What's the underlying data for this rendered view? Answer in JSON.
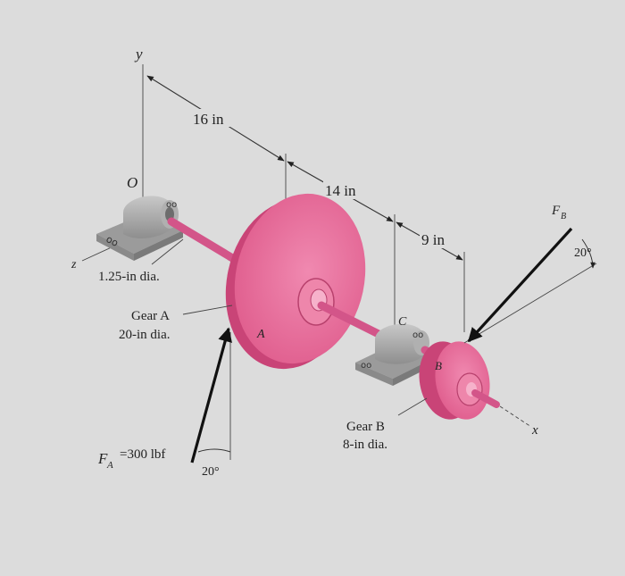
{
  "diagram": {
    "axes": {
      "y": "y",
      "z": "z",
      "x": "x",
      "origin": "O"
    },
    "dimensions": {
      "d1": "16 in",
      "d2": "14 in",
      "d3": "9 in"
    },
    "shaft": {
      "diameter": "1.25-in dia."
    },
    "gear_a": {
      "name_line": "Gear A",
      "dia_line": "20-in dia.",
      "letter": "A"
    },
    "gear_b": {
      "name_line": "Gear B",
      "dia_line": "8-in dia.",
      "letter": "B"
    },
    "bearing_c": {
      "letter": "C"
    },
    "force_a": {
      "symbol": "F",
      "subscript": "A",
      "value": "=300 lbf",
      "angle": "20°"
    },
    "force_b": {
      "symbol": "F",
      "subscript": "B",
      "angle": "20°"
    },
    "colors": {
      "gear": "#e2628f",
      "gear_dark": "#c94477",
      "shaft": "#d35589",
      "bearing": "#a8a8a8",
      "background": "#d9d9d9"
    }
  }
}
